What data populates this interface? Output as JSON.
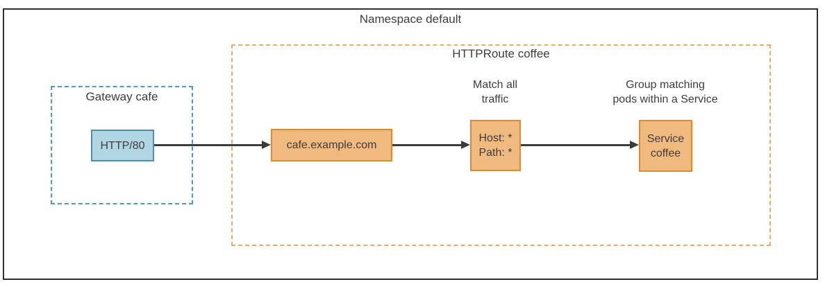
{
  "namespace": {
    "title": "Namespace default"
  },
  "gateway": {
    "label": "Gateway cafe",
    "listener_label": "HTTP/80"
  },
  "route": {
    "label": "HTTPRoute coffee",
    "hostname_label": "cafe.example.com",
    "match_annotation_line1": "Match all",
    "match_annotation_line2": "traffic",
    "match_host": "Host: *",
    "match_path": "Path: *",
    "service_annotation_line1": "Group matching",
    "service_annotation_line2": "pods within a Service",
    "service_label_line1": "Service",
    "service_label_line2": "coffee"
  },
  "colors": {
    "outer_border": "#2f2f2f",
    "text": "#3d3d3d",
    "arrow": "#3b3b3b",
    "blue_fill": "#b0d5e3",
    "blue_border": "#4c8fae",
    "blue_dash": "#3f9fd0",
    "orange_fill": "#f0b97e",
    "orange_border": "#df8a33",
    "orange_dash": "#eeab5e"
  }
}
